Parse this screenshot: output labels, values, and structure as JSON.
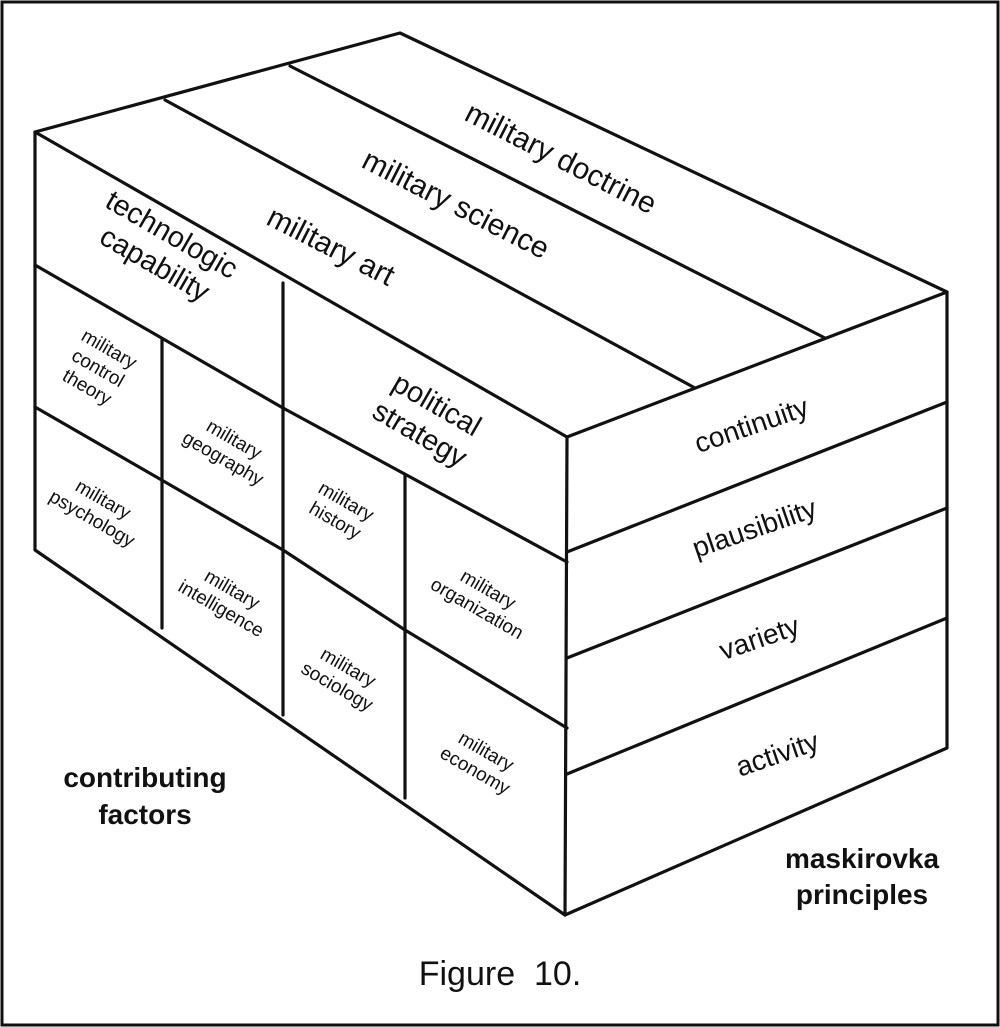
{
  "top_face": {
    "bands": [
      "military doctrine",
      "military science",
      "military art"
    ]
  },
  "left_face": {
    "technologic_capability": [
      "technologic",
      "capability"
    ],
    "political_strategy": [
      "political",
      "strategy"
    ],
    "cells": {
      "military_control_theory": [
        "military",
        "control",
        "theory"
      ],
      "military_geography": [
        "military",
        "geography"
      ],
      "military_psychology": [
        "military",
        "psychology"
      ],
      "military_intelligence": [
        "military",
        "intelligence"
      ],
      "military_history": [
        "military",
        "history"
      ],
      "military_organization": [
        "military",
        "organization"
      ],
      "military_sociology": [
        "military",
        "sociology"
      ],
      "military_economy": [
        "military",
        "economy"
      ]
    },
    "caption": [
      "contributing",
      "factors"
    ]
  },
  "right_face": {
    "principles": [
      "continuity",
      "plausibility",
      "variety",
      "activity"
    ],
    "caption": [
      "maskirovka",
      "principles"
    ]
  },
  "figure_label": "Figure  10."
}
